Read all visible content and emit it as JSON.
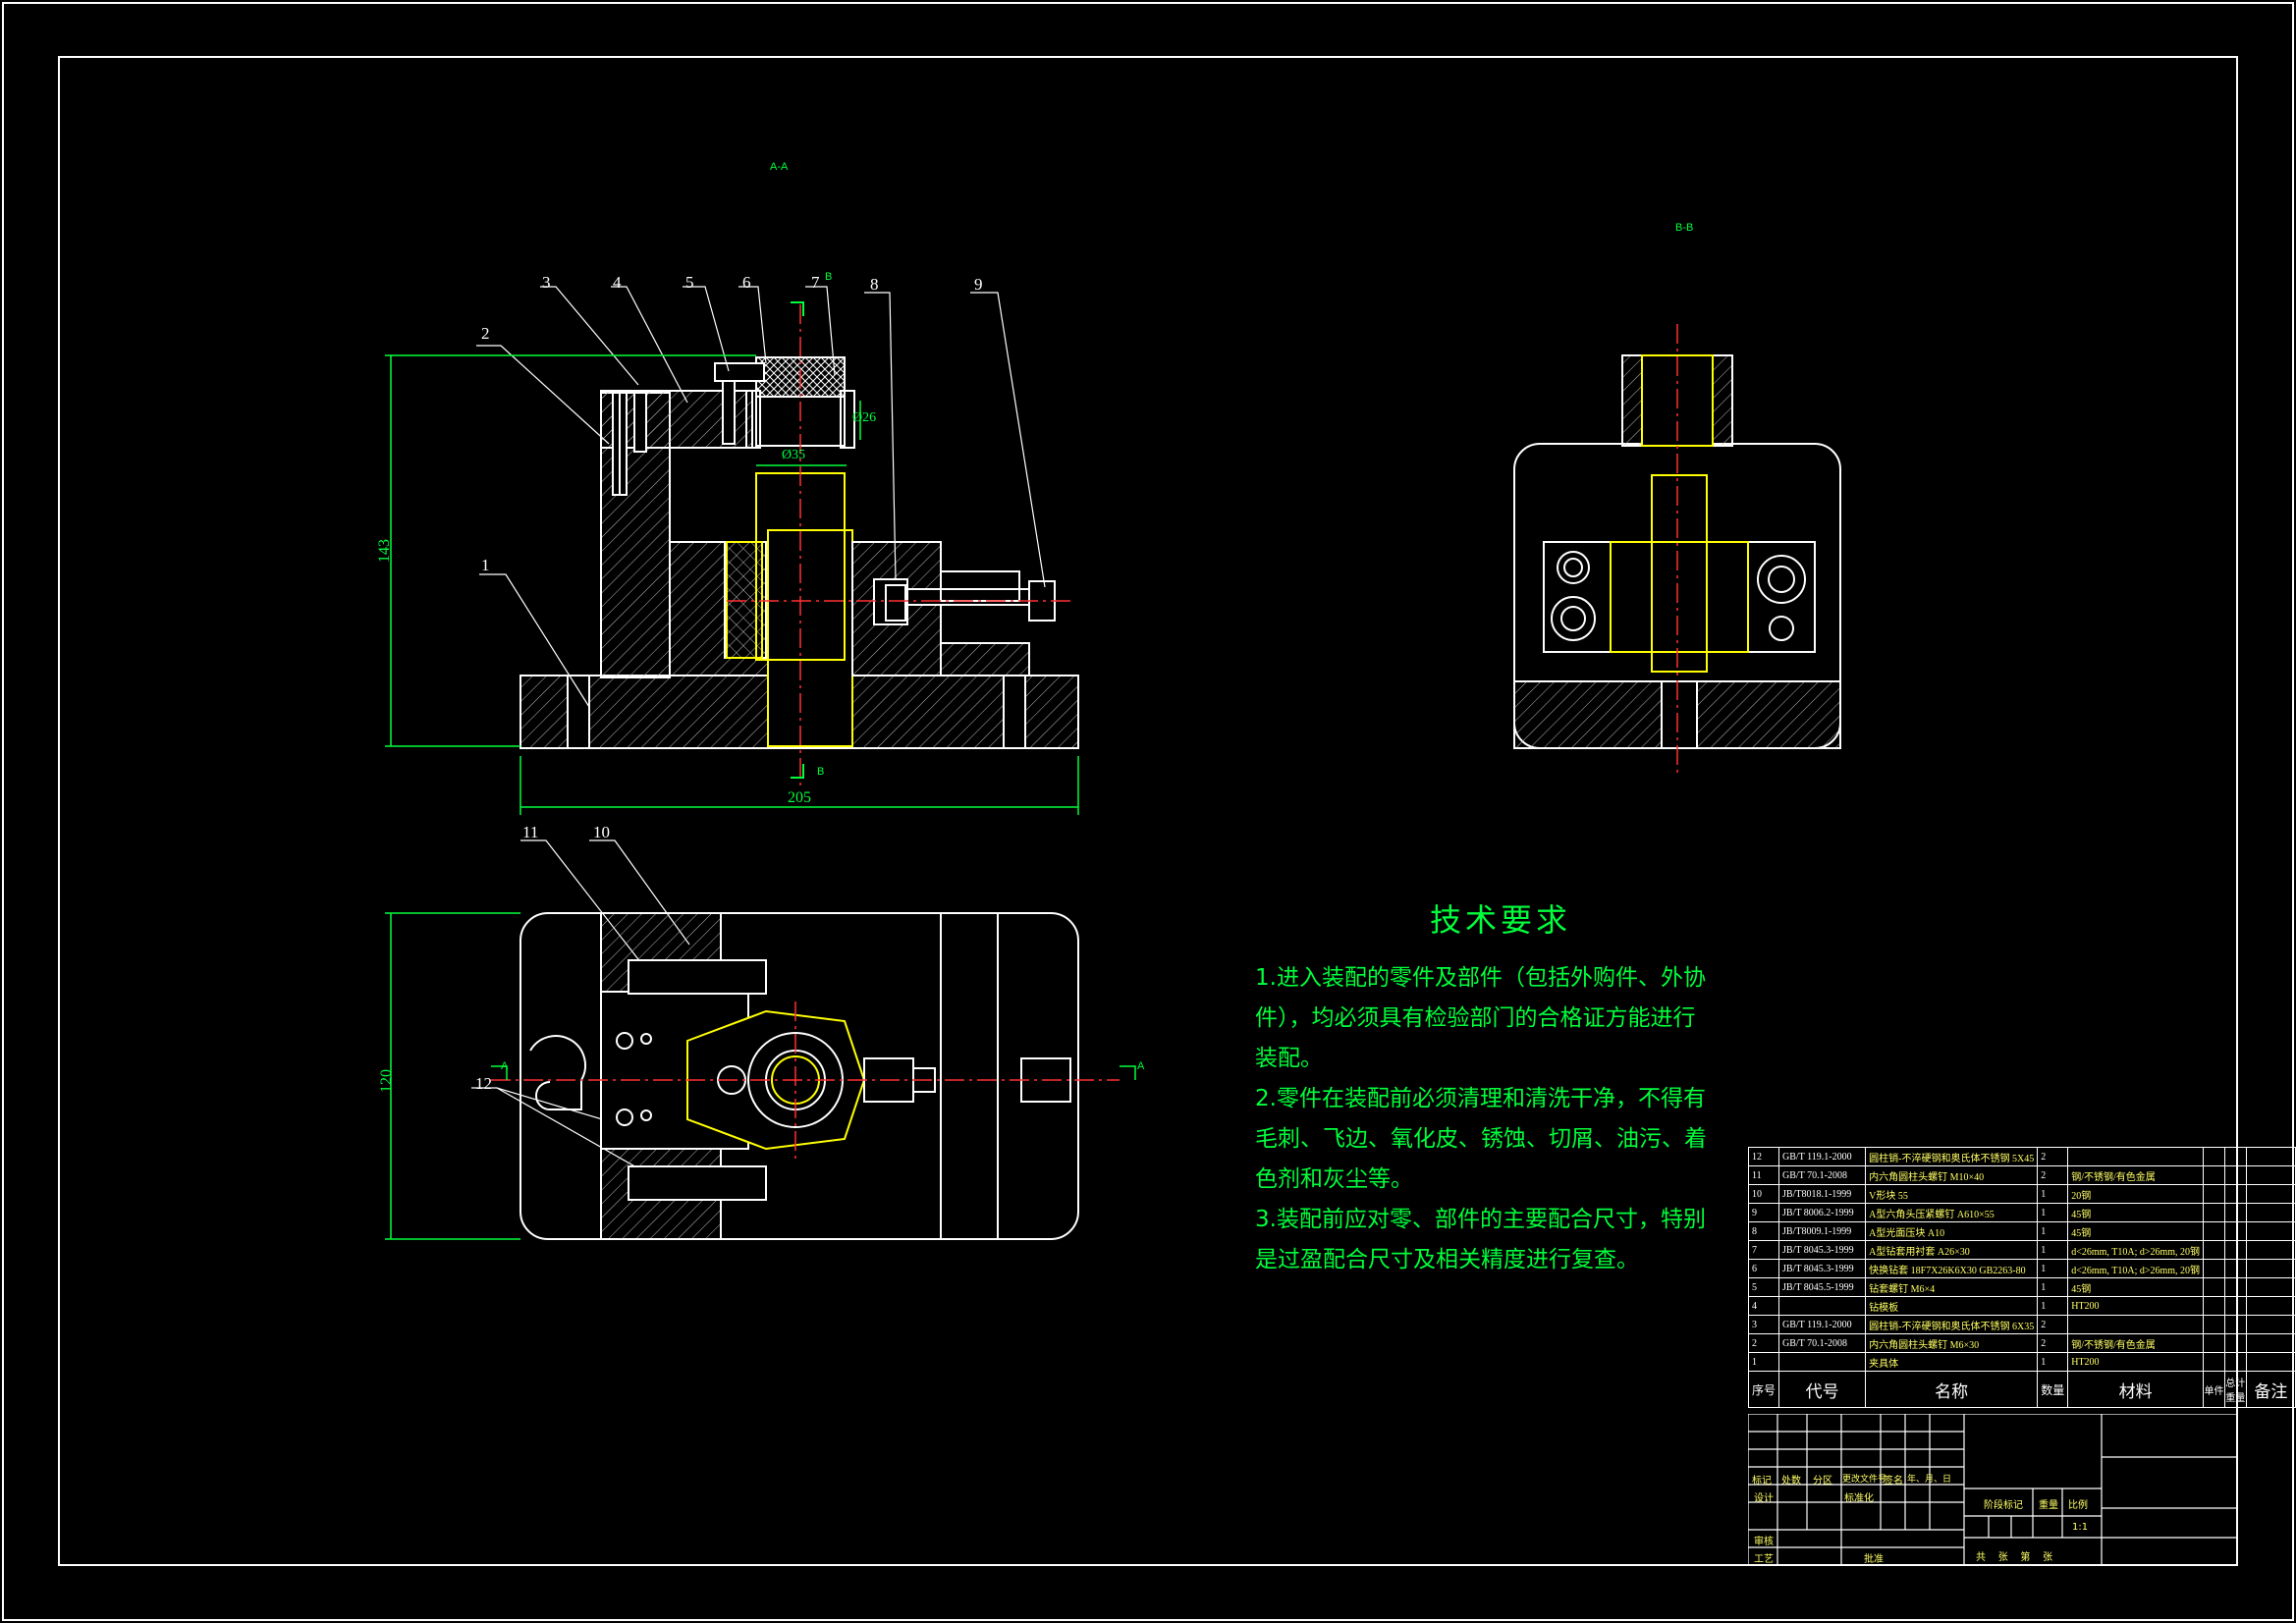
{
  "sections": {
    "view1": "A-A",
    "view2": "B-B",
    "cut_b": "B",
    "cut_a": "A"
  },
  "balloons": [
    "1",
    "2",
    "3",
    "4",
    "5",
    "6",
    "7",
    "8",
    "9",
    "10",
    "11",
    "12"
  ],
  "dimensions": {
    "height": "143",
    "width": "205",
    "phi35": "Ø35",
    "phi26": "Ø26",
    "plan_height": "120"
  },
  "tech": {
    "title": "技术要求",
    "lines": [
      "1.进入装配的零件及部件（包括外购件、外协",
      "件），均必须具有检验部门的合格证方能进行",
      "装配。",
      "2.零件在装配前必须清理和清洗干净，不得有",
      "毛刺、飞边、氧化皮、锈蚀、切屑、油污、着",
      "色剂和灰尘等。",
      "3.装配前应对零、部件的主要配合尺寸，特别",
      "是过盈配合尺寸及相关精度进行复查。"
    ]
  },
  "bom": {
    "rows": [
      {
        "no": "12",
        "code": "GB/T 119.1-2000",
        "name": "圆柱销-不淬硬钢和奥氏体不锈钢 5X45",
        "qty": "2",
        "mat": ""
      },
      {
        "no": "11",
        "code": "GB/T 70.1-2008",
        "name": "内六角圆柱头螺钉 M10×40",
        "qty": "2",
        "mat": "钢/不锈钢/有色金属"
      },
      {
        "no": "10",
        "code": "JB/T8018.1-1999",
        "name": "V形块 55",
        "qty": "1",
        "mat": "20钢"
      },
      {
        "no": "9",
        "code": "JB/T 8006.2-1999",
        "name": "A型六角头压紧螺钉 A610×55",
        "qty": "1",
        "mat": "45钢"
      },
      {
        "no": "8",
        "code": "JB/T8009.1-1999",
        "name": "A型光面压块 A10",
        "qty": "1",
        "mat": "45钢"
      },
      {
        "no": "7",
        "code": "JB/T 8045.3-1999",
        "name": "A型钻套用衬套 A26×30",
        "qty": "1",
        "mat": "d<26mm, T10A; d>26mm, 20钢"
      },
      {
        "no": "6",
        "code": "JB/T 8045.3-1999",
        "name": "快换钻套 18F7X26K6X30 GB2263-80",
        "qty": "1",
        "mat": "d<26mm, T10A; d>26mm, 20钢"
      },
      {
        "no": "5",
        "code": "JB/T 8045.5-1999",
        "name": "钻套螺钉 M6×4",
        "qty": "1",
        "mat": "45钢"
      },
      {
        "no": "4",
        "code": "",
        "name": "钻模板",
        "qty": "1",
        "mat": "HT200"
      },
      {
        "no": "3",
        "code": "GB/T 119.1-2000",
        "name": "圆柱销-不淬硬钢和奥氏体不锈钢 6X35",
        "qty": "2",
        "mat": ""
      },
      {
        "no": "2",
        "code": "GB/T 70.1-2008",
        "name": "内六角圆柱头螺钉 M6×30",
        "qty": "2",
        "mat": "钢/不锈钢/有色金属"
      },
      {
        "no": "1",
        "code": "",
        "name": "夹具体",
        "qty": "1",
        "mat": "HT200"
      }
    ],
    "header": {
      "no": "序号",
      "code": "代号",
      "name": "名称",
      "qty": "数量",
      "mat": "材料",
      "single": "单件",
      "total": "总计",
      "weight": "重量",
      "remark": "备注"
    }
  },
  "title_block": {
    "mark": "标记",
    "count": "处数",
    "zone": "分区",
    "doc": "更改文件号",
    "sign": "签名",
    "date": "年、月、日",
    "design": "设计",
    "std": "标准化",
    "stage": "阶段标记",
    "weight": "重量",
    "scale": "比例",
    "scale_val": "1:1",
    "check": "审核",
    "process": "工艺",
    "approve": "批准",
    "sheets": "共    张    第    张"
  }
}
